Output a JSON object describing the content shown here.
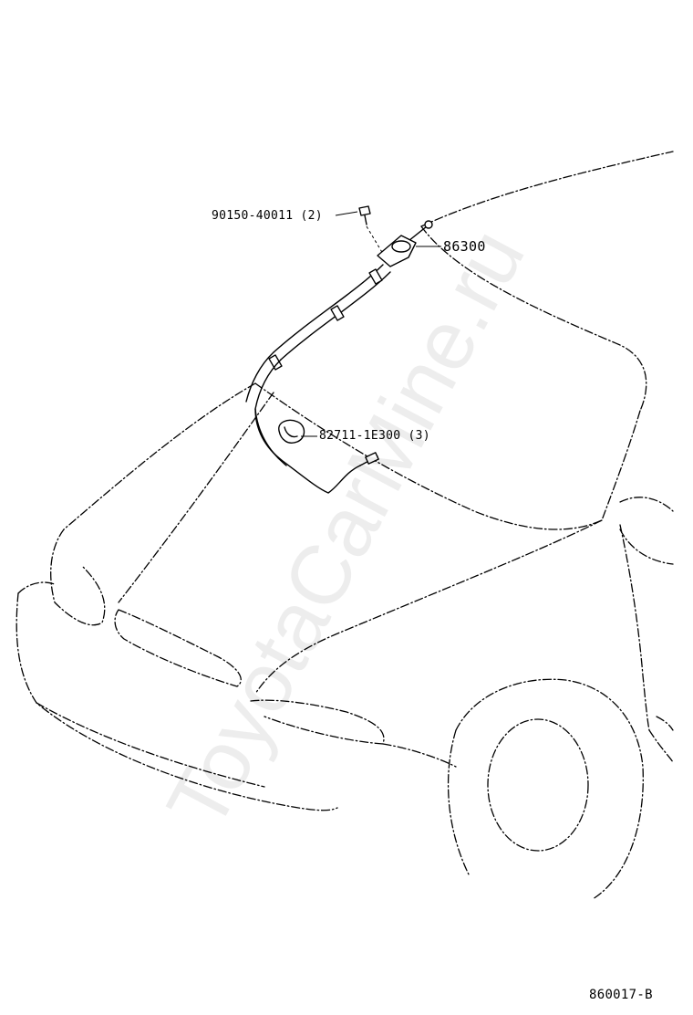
{
  "callouts": {
    "bolt": "90150-40011 (2)",
    "antenna": "86300",
    "clamp": "82711-1E300 (3)"
  },
  "figure_id": "860017-B",
  "watermark": "ToyotaCarMine.ru",
  "colors": {
    "line": "#000000",
    "background": "#ffffff",
    "watermark": "#000000"
  }
}
